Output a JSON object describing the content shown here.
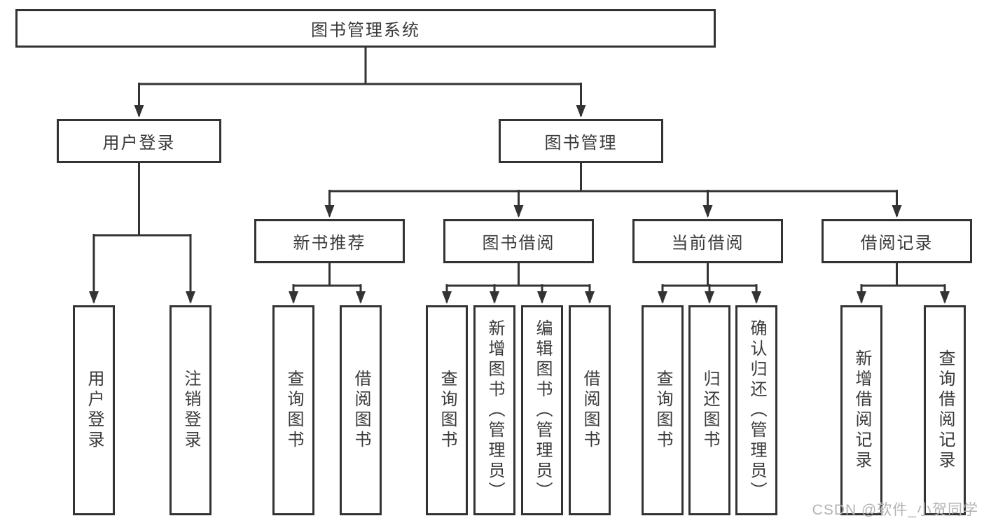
{
  "diagram": {
    "root": "图书管理系统",
    "branches": [
      {
        "label": "用户登录",
        "leaves": [
          "用户登录",
          "注销登录"
        ]
      },
      {
        "label": "图书管理",
        "groups": [
          {
            "label": "新书推荐",
            "leaves": [
              "查询图书",
              "借阅图书"
            ]
          },
          {
            "label": "图书借阅",
            "leaves": [
              "查询图书",
              "新增图书（管理员）",
              "编辑图书（管理员）",
              "借阅图书"
            ]
          },
          {
            "label": "当前借阅",
            "leaves": [
              "查询图书",
              "归还图书",
              "确认归还（管理员）"
            ]
          },
          {
            "label": "借阅记录",
            "leaves": [
              "新增借阅记录",
              "查询借阅记录"
            ]
          }
        ]
      }
    ]
  },
  "watermark": "CSDN @软件_小贺同学",
  "colors": {
    "line": "#333333",
    "text": "#3a3a3a",
    "watermark": "#b3b3b3"
  }
}
